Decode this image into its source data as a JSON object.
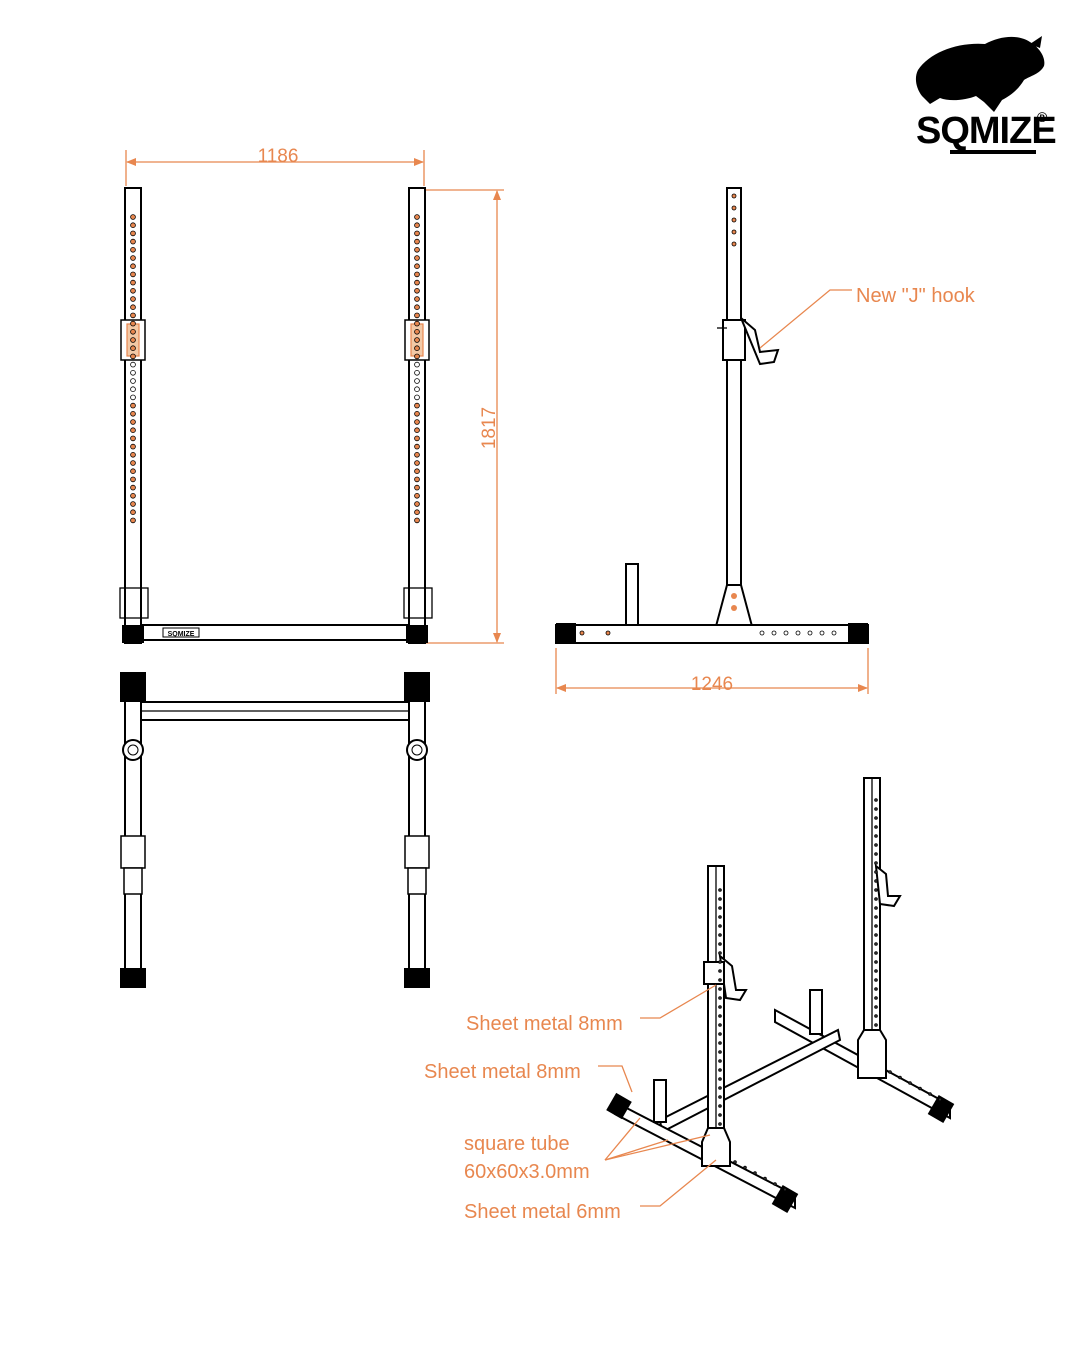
{
  "brand": {
    "name": "SQMIZE",
    "mark": "®"
  },
  "dimensions": {
    "front_width": "1186",
    "front_height": "1817",
    "side_depth": "1246"
  },
  "callouts": {
    "j_hook": "New \"J\" hook",
    "sheet_metal_upper": "Sheet metal 8mm",
    "sheet_metal_mid": "Sheet metal 8mm",
    "square_tube_line1": "square tube",
    "square_tube_line2": "60x60x3.0mm",
    "sheet_metal_lower": "Sheet metal 6mm"
  },
  "plate_label": "SQMIZE",
  "colors": {
    "annotation": "#e8874f",
    "line": "#000000",
    "background": "#ffffff"
  }
}
